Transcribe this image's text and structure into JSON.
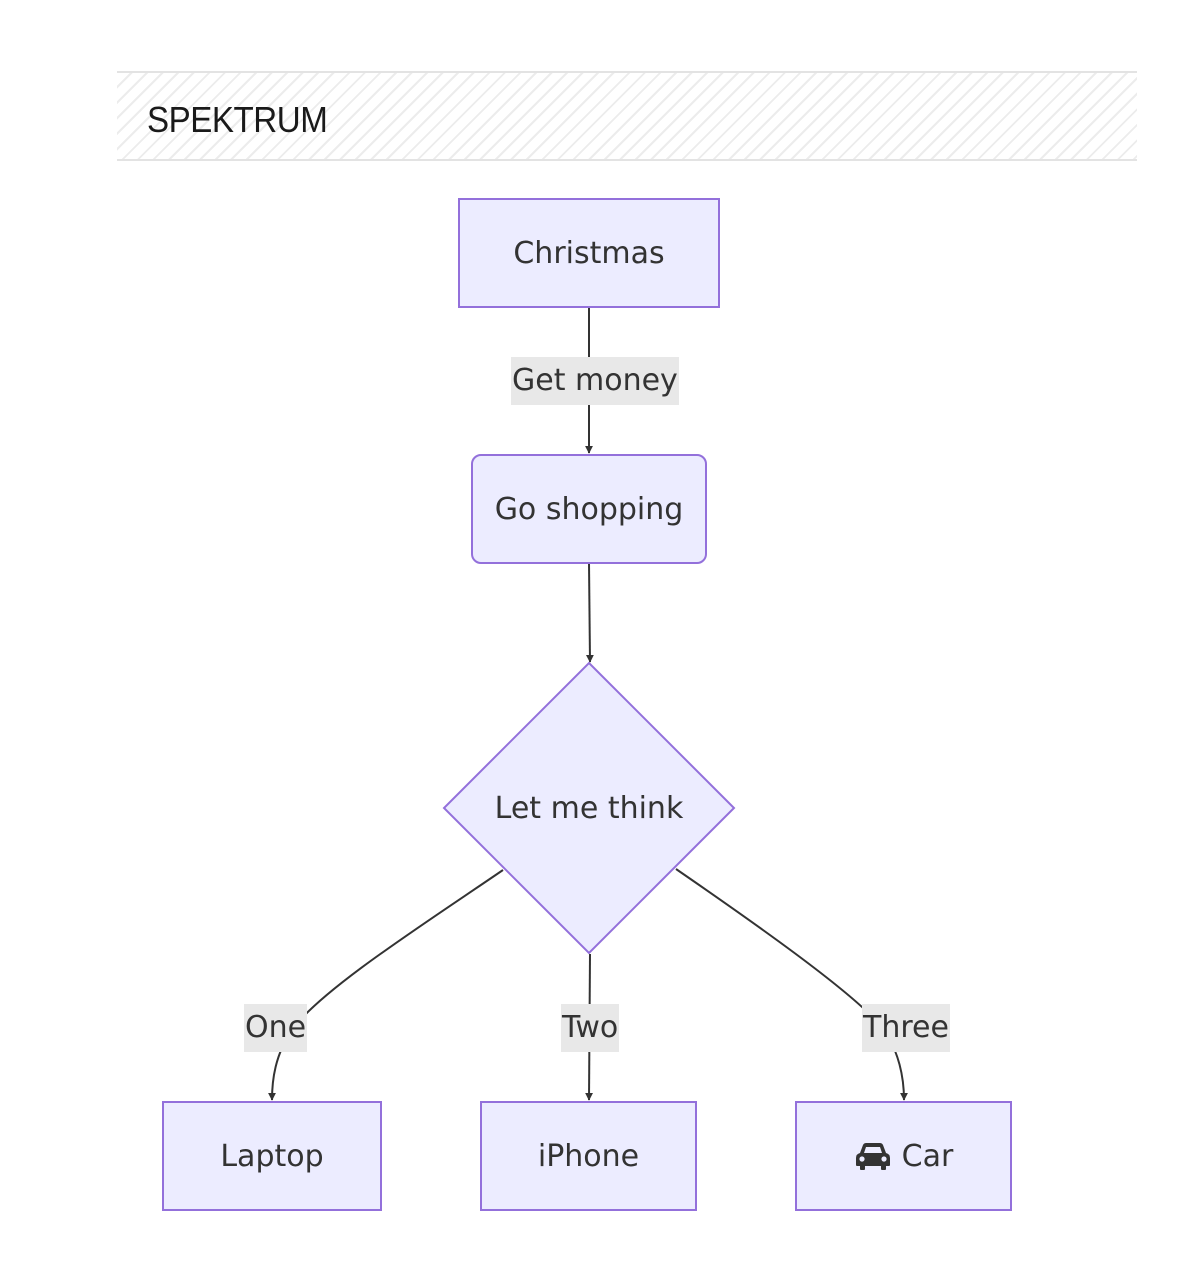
{
  "header": {
    "title": "SPEKTRUM"
  },
  "nodes": {
    "christmas": "Christmas",
    "go_shopping": "Go shopping",
    "decision": "Let me think",
    "laptop": "Laptop",
    "iphone": "iPhone",
    "car": "Car"
  },
  "edges": {
    "get_money": "Get money",
    "one": "One",
    "two": "Two",
    "three": "Three"
  },
  "icons": {
    "car": "car-icon"
  },
  "colors": {
    "node_fill": "#ececff",
    "node_stroke": "#9370db",
    "edge": "#333333",
    "edge_label_bg": "#e8e8e8"
  }
}
